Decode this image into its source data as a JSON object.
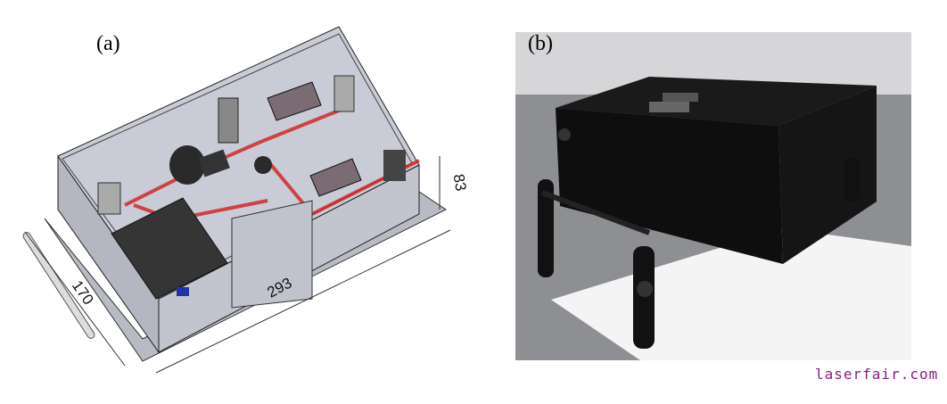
{
  "panels": [
    {
      "label": "(a)",
      "dimensions": {
        "length": "293",
        "width": "170",
        "height": "83"
      }
    },
    {
      "label": "(b)"
    }
  ],
  "watermark": "laserfair.com",
  "colors": {
    "beam": "#d02020",
    "housing": "#c4c6d0",
    "watermark": "#8b1a7e"
  }
}
